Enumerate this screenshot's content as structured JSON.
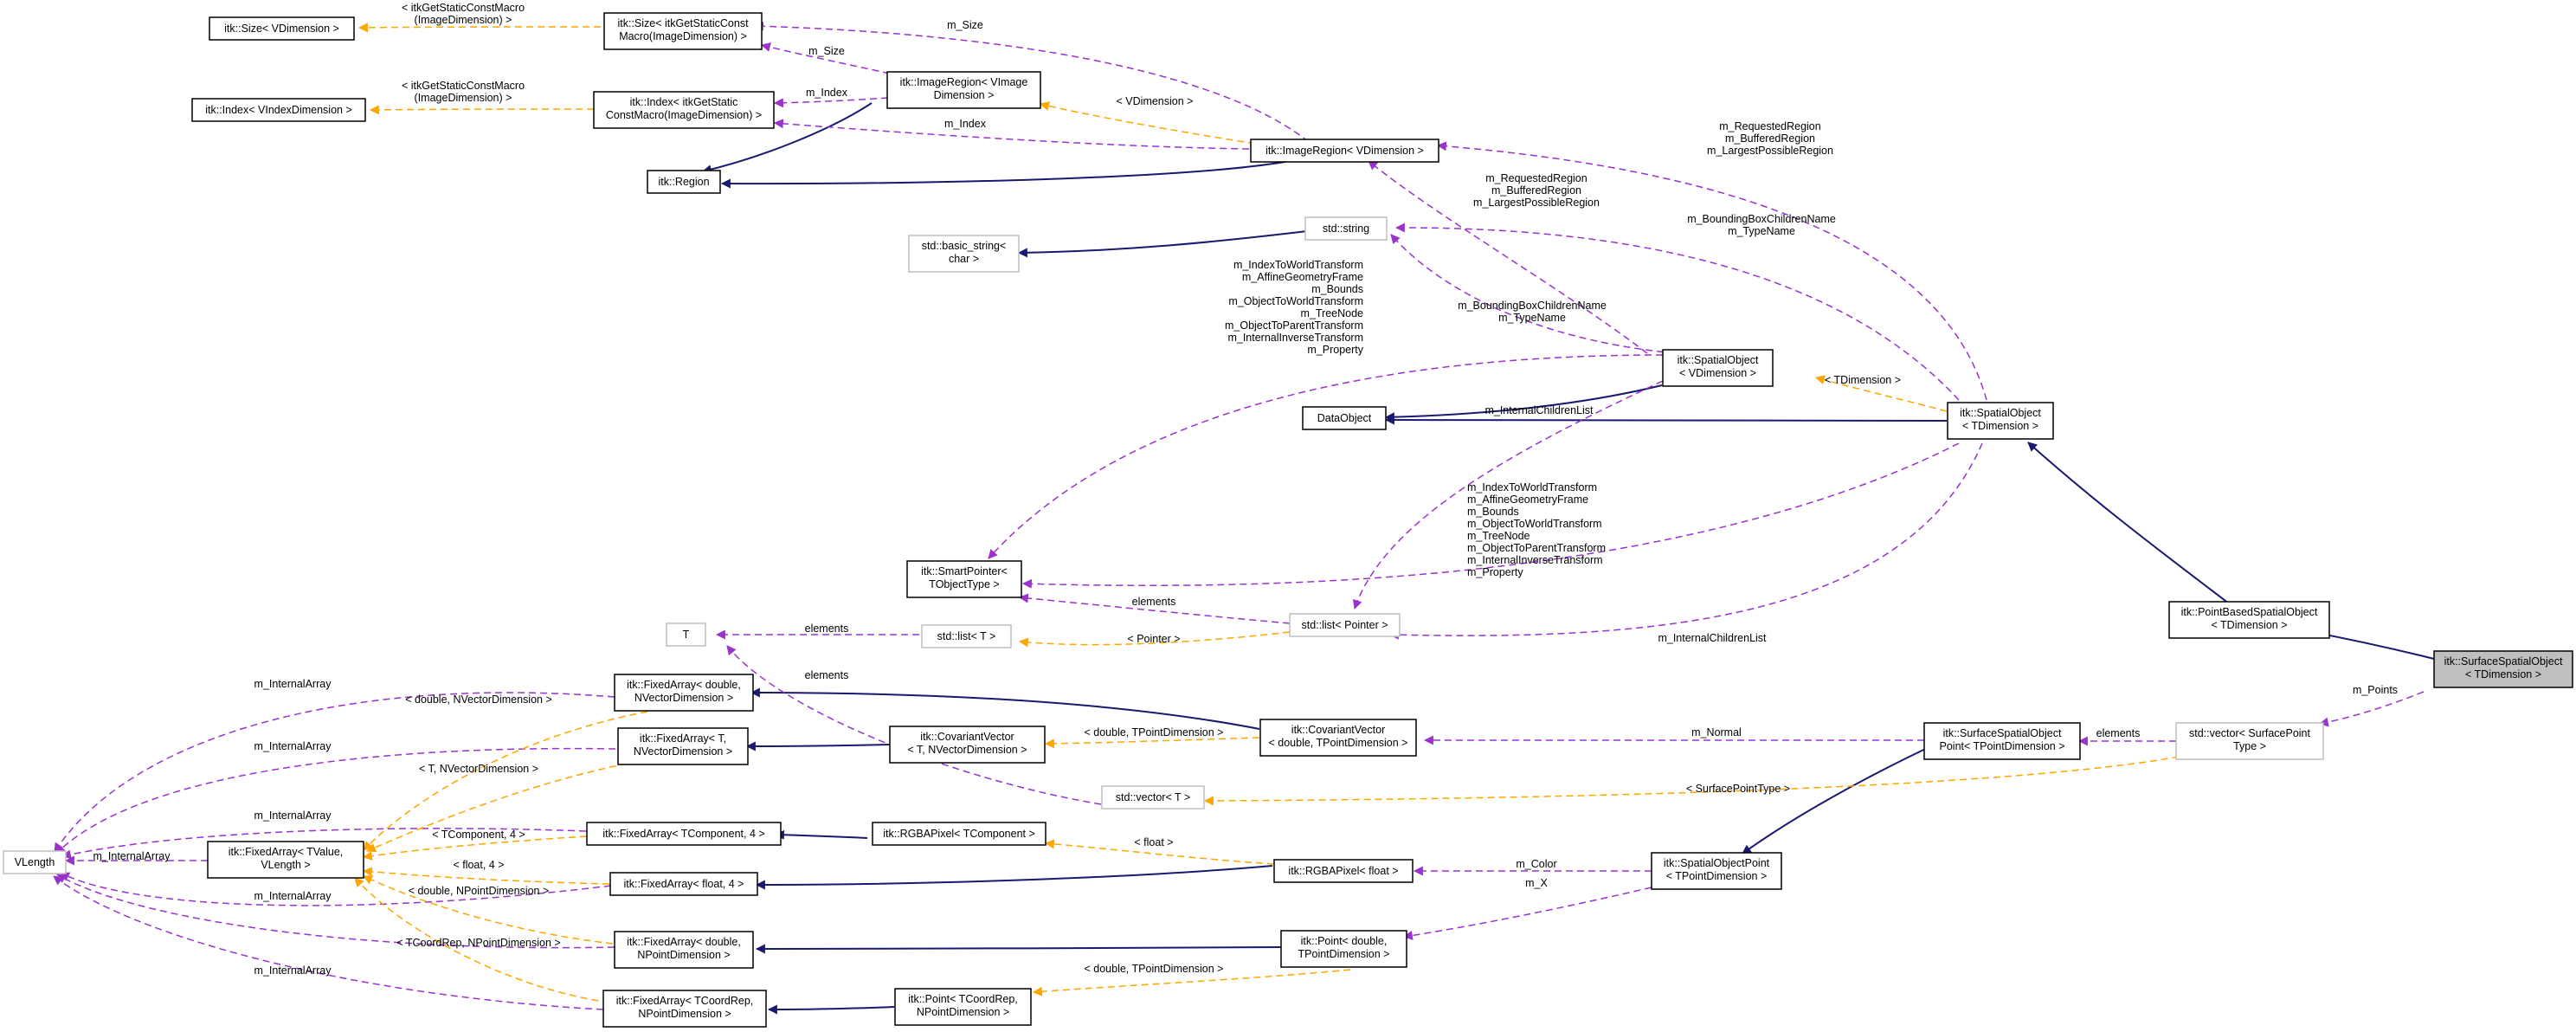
{
  "colors": {
    "inherit": "#191970",
    "member": "#9a32cd",
    "template": "#ffa500",
    "border": "#000000",
    "gray_border": "#bfbfbf",
    "selected_fill": "#bfbfbf"
  },
  "nodes": [
    {
      "id": "n_size_vdim",
      "lines": [
        "itk::Size< VDimension >"
      ]
    },
    {
      "id": "n_size_itk",
      "lines": [
        "itk::Size< itkGetStaticConst",
        "Macro(ImageDimension) >"
      ]
    },
    {
      "id": "n_index_vidx",
      "lines": [
        "itk::Index< VIndexDimension >"
      ]
    },
    {
      "id": "n_index_itk",
      "lines": [
        "itk::Index< itkGetStatic",
        "ConstMacro(ImageDimension) >"
      ]
    },
    {
      "id": "n_imgreg_vimg",
      "lines": [
        "itk::ImageRegion< VImage",
        "Dimension >"
      ]
    },
    {
      "id": "n_region",
      "lines": [
        "itk::Region"
      ]
    },
    {
      "id": "n_imgreg_vdim",
      "lines": [
        "itk::ImageRegion< VDimension >"
      ]
    },
    {
      "id": "n_stdstring",
      "lines": [
        "std::string"
      ]
    },
    {
      "id": "n_basicstring",
      "lines": [
        "std::basic_string<",
        "char >"
      ]
    },
    {
      "id": "n_so_vdim",
      "lines": [
        "itk::SpatialObject",
        "< VDimension >"
      ]
    },
    {
      "id": "n_dataobject",
      "lines": [
        "DataObject"
      ]
    },
    {
      "id": "n_so_tdim",
      "lines": [
        "itk::SpatialObject",
        "< TDimension >"
      ]
    },
    {
      "id": "n_smartptr",
      "lines": [
        "itk::SmartPointer<",
        "TObjectType >"
      ]
    },
    {
      "id": "n_T",
      "lines": [
        "T"
      ]
    },
    {
      "id": "n_stdlist_T",
      "lines": [
        "std::list< T >"
      ]
    },
    {
      "id": "n_stdlist_ptr",
      "lines": [
        "std::list< Pointer >"
      ]
    },
    {
      "id": "n_pbso",
      "lines": [
        "itk::PointBasedSpatialObject",
        "< TDimension >"
      ]
    },
    {
      "id": "n_sso",
      "lines": [
        "itk::SurfaceSpatialObject",
        "< TDimension >"
      ]
    },
    {
      "id": "n_fa_double_nvec",
      "lines": [
        "itk::FixedArray< double,",
        "NVectorDimension >"
      ]
    },
    {
      "id": "n_covvec_double",
      "lines": [
        "itk::CovariantVector",
        "< double, TPointDimension >"
      ]
    },
    {
      "id": "n_fa_T_nvec",
      "lines": [
        "itk::FixedArray< T,",
        "NVectorDimension >"
      ]
    },
    {
      "id": "n_covvec_T",
      "lines": [
        "itk::CovariantVector",
        "< T, NVectorDimension >"
      ]
    },
    {
      "id": "n_ssop",
      "lines": [
        "itk::SurfaceSpatialObject",
        "Point< TPointDimension >"
      ]
    },
    {
      "id": "n_stdvec_sp",
      "lines": [
        "std::vector< SurfacePoint",
        "Type >"
      ]
    },
    {
      "id": "n_stdvec_T",
      "lines": [
        "std::vector< T >"
      ]
    },
    {
      "id": "n_vlength",
      "lines": [
        "VLength"
      ]
    },
    {
      "id": "n_fa_tvalue",
      "lines": [
        "itk::FixedArray< TValue,",
        "VLength >"
      ]
    },
    {
      "id": "n_fa_tcomp4",
      "lines": [
        "itk::FixedArray< TComponent, 4 >"
      ]
    },
    {
      "id": "n_rgba_tcomp",
      "lines": [
        "itk::RGBAPixel< TComponent >"
      ]
    },
    {
      "id": "n_fa_float4",
      "lines": [
        "itk::FixedArray< float, 4 >"
      ]
    },
    {
      "id": "n_rgba_float",
      "lines": [
        "itk::RGBAPixel< float >"
      ]
    },
    {
      "id": "n_sop",
      "lines": [
        "itk::SpatialObjectPoint",
        "< TPointDimension >"
      ]
    },
    {
      "id": "n_fa_double_npt",
      "lines": [
        "itk::FixedArray< double,",
        "NPointDimension >"
      ]
    },
    {
      "id": "n_point_double",
      "lines": [
        "itk::Point< double,",
        "TPointDimension >"
      ]
    },
    {
      "id": "n_fa_tcoord",
      "lines": [
        "itk::FixedArray< TCoordRep,",
        "NPointDimension >"
      ]
    },
    {
      "id": "n_point_tcoord",
      "lines": [
        "itk::Point< TCoordRep,",
        "NPointDimension >"
      ]
    }
  ],
  "labels": [
    {
      "id": "l1",
      "lines": [
        "< itkGetStaticConstMacro",
        "(ImageDimension) >"
      ]
    },
    {
      "id": "l2",
      "lines": [
        "m_Size"
      ]
    },
    {
      "id": "l3",
      "lines": [
        "m_Size"
      ]
    },
    {
      "id": "l4",
      "lines": [
        "< itkGetStaticConstMacro",
        "(ImageDimension) >"
      ]
    },
    {
      "id": "l5",
      "lines": [
        "m_Index"
      ]
    },
    {
      "id": "l6",
      "lines": [
        "m_Index"
      ]
    },
    {
      "id": "l7",
      "lines": [
        "< VDimension >"
      ]
    },
    {
      "id": "l8",
      "lines": [
        "m_RequestedRegion",
        "m_BufferedRegion",
        "m_LargestPossibleRegion"
      ]
    },
    {
      "id": "l9",
      "lines": [
        "m_RequestedRegion",
        "m_BufferedRegion",
        "m_LargestPossibleRegion"
      ]
    },
    {
      "id": "l10",
      "lines": [
        "m_BoundingBoxChildrenName",
        "m_TypeName"
      ]
    },
    {
      "id": "l11",
      "lines": [
        "m_IndexToWorldTransform",
        "m_AffineGeometryFrame",
        "m_Bounds",
        "m_ObjectToWorldTransform",
        "m_TreeNode",
        "m_ObjectToParentTransform",
        "m_InternalInverseTransform",
        "m_Property"
      ]
    },
    {
      "id": "l12",
      "lines": [
        "m_BoundingBoxChildrenName",
        "m_TypeName"
      ]
    },
    {
      "id": "l13",
      "lines": [
        "< TDimension >"
      ]
    },
    {
      "id": "l14",
      "lines": [
        "m_InternalChildrenList"
      ]
    },
    {
      "id": "l15",
      "lines": [
        "m_IndexToWorldTransform",
        "m_AffineGeometryFrame",
        "m_Bounds",
        "m_ObjectToWorldTransform",
        "m_TreeNode",
        "m_ObjectToParentTransform",
        "m_InternalInverseTransform",
        "m_Property"
      ]
    },
    {
      "id": "l16",
      "lines": [
        "elements"
      ]
    },
    {
      "id": "l17",
      "lines": [
        "elements"
      ]
    },
    {
      "id": "l18",
      "lines": [
        "< Pointer >"
      ]
    },
    {
      "id": "l19",
      "lines": [
        "m_InternalChildrenList"
      ]
    },
    {
      "id": "l20",
      "lines": [
        "elements"
      ]
    },
    {
      "id": "l21",
      "lines": [
        "m_Points"
      ]
    },
    {
      "id": "l22",
      "lines": [
        "m_InternalArray"
      ]
    },
    {
      "id": "l23",
      "lines": [
        "< double, NVectorDimension >"
      ]
    },
    {
      "id": "l24",
      "lines": [
        "< double, TPointDimension >"
      ]
    },
    {
      "id": "l25",
      "lines": [
        "m_Normal"
      ]
    },
    {
      "id": "l26",
      "lines": [
        "elements"
      ]
    },
    {
      "id": "l27",
      "lines": [
        "m_InternalArray"
      ]
    },
    {
      "id": "l28",
      "lines": [
        "< T, NVectorDimension >"
      ]
    },
    {
      "id": "l29",
      "lines": [
        "< SurfacePointType >"
      ]
    },
    {
      "id": "l30",
      "lines": [
        "m_InternalArray"
      ]
    },
    {
      "id": "l31",
      "lines": [
        "m_InternalArray"
      ]
    },
    {
      "id": "l32",
      "lines": [
        "< TComponent, 4 >"
      ]
    },
    {
      "id": "l33",
      "lines": [
        "< float >"
      ]
    },
    {
      "id": "l34",
      "lines": [
        "< float, 4 >"
      ]
    },
    {
      "id": "l35",
      "lines": [
        "m_Color"
      ]
    },
    {
      "id": "l36",
      "lines": [
        "m_X"
      ]
    },
    {
      "id": "l37",
      "lines": [
        "m_InternalArray"
      ]
    },
    {
      "id": "l38",
      "lines": [
        "< double, NPointDimension >"
      ]
    },
    {
      "id": "l39",
      "lines": [
        "< TCoordRep, NPointDimension >"
      ]
    },
    {
      "id": "l40",
      "lines": [
        "m_InternalArray"
      ]
    },
    {
      "id": "l41",
      "lines": [
        "< double, TPointDimension >"
      ]
    }
  ]
}
